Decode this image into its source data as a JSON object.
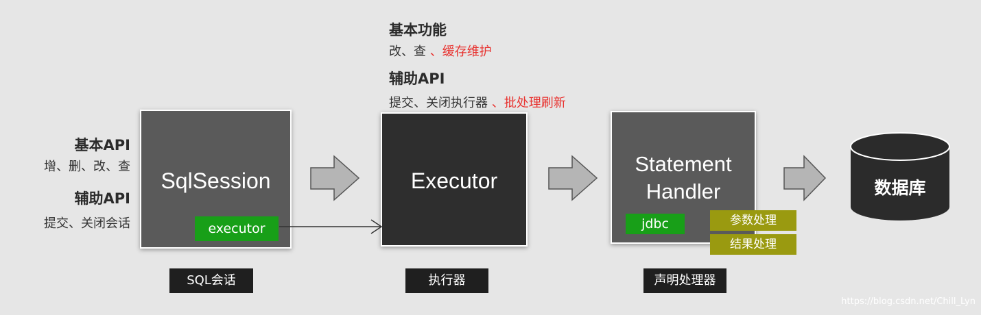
{
  "left_notes": {
    "basic_title": "基本API",
    "basic_items": "增、删、改、查",
    "aux_title": "辅助API",
    "aux_items": "提交、关闭会话"
  },
  "top_notes": {
    "basic_title": "基本功能",
    "basic_items": "改、查 ",
    "basic_items_red": "、缓存维护",
    "aux_title": "辅助API",
    "aux_items": "提交、关闭执行器 ",
    "aux_items_red": "、批处理刷新"
  },
  "components": {
    "sqlsession": {
      "title": "SqlSession",
      "tag": "executor",
      "caption": "SQL会话"
    },
    "executor": {
      "title": "Executor",
      "caption": "执行器"
    },
    "statement_handler": {
      "title_line1": "Statement",
      "title_line2": "Handler",
      "tag": "jdbc",
      "param_tag": "参数处理",
      "result_tag": "结果处理",
      "caption": "声明处理器"
    },
    "database": {
      "label": "数据库"
    }
  },
  "watermark": "https://blog.csdn.net/Chill_Lyn",
  "colors": {
    "background": "#e6e6e6",
    "sqlsession_box": "#5a5a5a",
    "executor_box": "#2e2e2e",
    "handler_box": "#5a5a5a",
    "green_tag": "#189f18",
    "olive_tag": "#9a9a10",
    "red_text": "#e8322f",
    "caption_bg": "#1f1f1f"
  }
}
